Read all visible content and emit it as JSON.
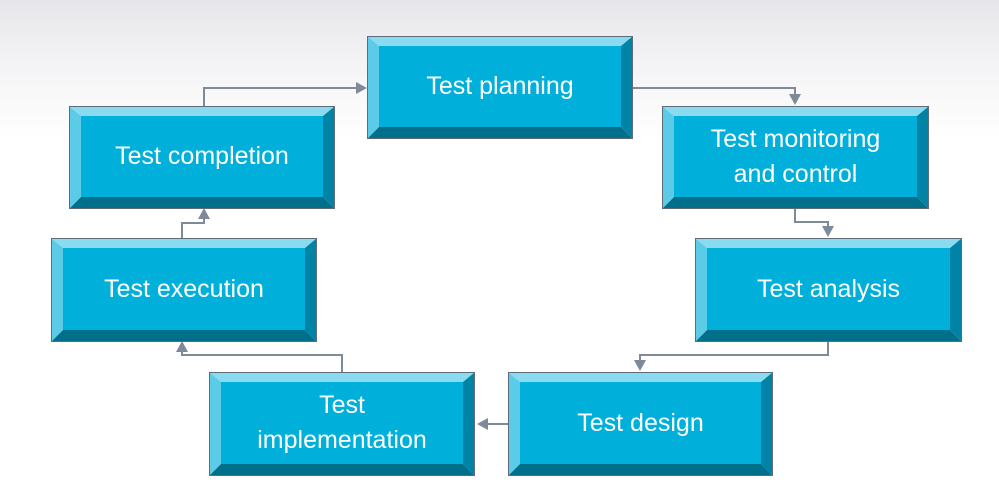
{
  "colors": {
    "face": "#00b0db",
    "bevel_top": "#8adbf0",
    "bevel_left": "#5ccbe7",
    "bevel_right": "#0083a4",
    "bevel_bottom": "#006f8c",
    "connector": "#7f8a99",
    "text": "#ffffff"
  },
  "diagram": {
    "steps": [
      {
        "id": "planning",
        "label": "Test planning"
      },
      {
        "id": "monitoring",
        "label": "Test monitoring\nand control"
      },
      {
        "id": "analysis",
        "label": "Test analysis"
      },
      {
        "id": "design",
        "label": "Test design"
      },
      {
        "id": "implementation",
        "label": "Test\nimplementation"
      },
      {
        "id": "execution",
        "label": "Test execution"
      },
      {
        "id": "completion",
        "label": "Test completion"
      }
    ],
    "connections": [
      {
        "from": "planning",
        "to": "monitoring"
      },
      {
        "from": "monitoring",
        "to": "analysis"
      },
      {
        "from": "analysis",
        "to": "design"
      },
      {
        "from": "design",
        "to": "implementation"
      },
      {
        "from": "implementation",
        "to": "execution"
      },
      {
        "from": "execution",
        "to": "completion"
      },
      {
        "from": "completion",
        "to": "planning"
      }
    ]
  }
}
